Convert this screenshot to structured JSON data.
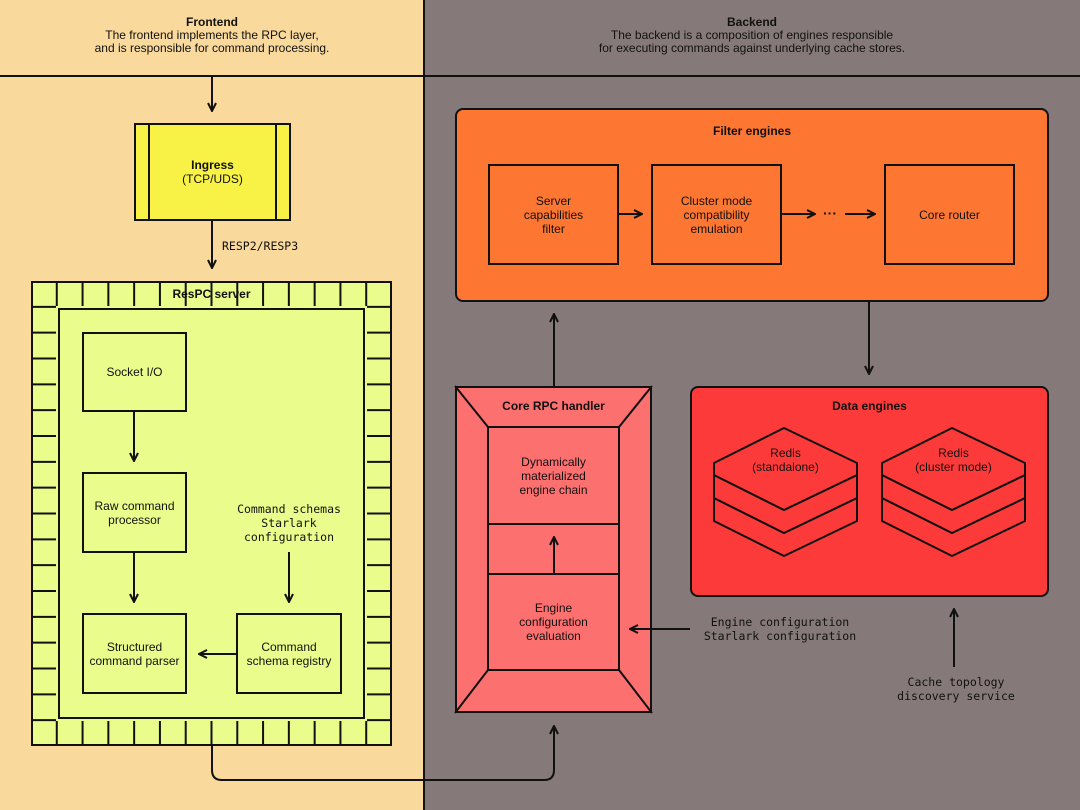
{
  "colors": {
    "frontend_bg": "#f9d99c",
    "backend_bg": "#857a79",
    "ingress": "#f8f247",
    "respc": "#e9fc8c",
    "filter": "#fd7632",
    "core_rpc": "#fd7070",
    "data": "#fd3a3a"
  },
  "frontend": {
    "title": "Frontend",
    "description": "The frontend implements the RPC layer,\nand is responsible for command processing."
  },
  "backend": {
    "title": "Backend",
    "description": "The backend is a composition of engines responsible\nfor executing commands against underlying cache stores."
  },
  "ingress": {
    "title": "Ingress",
    "subtitle": "(TCP/UDS)"
  },
  "protocol_label": "RESP2/RESP3",
  "respc": {
    "title": "ResPC server",
    "socket_io": "Socket I/O",
    "raw_processor": "Raw command\nprocessor",
    "structured_parser": "Structured\ncommand parser",
    "schema_registry": "Command\nschema registry",
    "schemas_note": "Command schemas\nStarlark\nconfiguration"
  },
  "filter_engines": {
    "title": "Filter engines",
    "server_caps": "Server\ncapabilities\nfilter",
    "cluster_emulation": "Cluster mode\ncompatibility\nemulation",
    "ellipsis": "···",
    "core_router": "Core router"
  },
  "core_rpc": {
    "title": "Core RPC handler",
    "engine_chain": "Dynamically\nmaterialized\nengine chain",
    "config_eval": "Engine\nconfiguration\nevaluation"
  },
  "engine_config_note": "Engine configuration\nStarlark configuration",
  "data_engines": {
    "title": "Data engines",
    "redis_standalone_title": "Redis",
    "redis_standalone_sub": "(standalone)",
    "redis_cluster_title": "Redis",
    "redis_cluster_sub": "(cluster mode)"
  },
  "topology_note": "Cache topology\ndiscovery service"
}
